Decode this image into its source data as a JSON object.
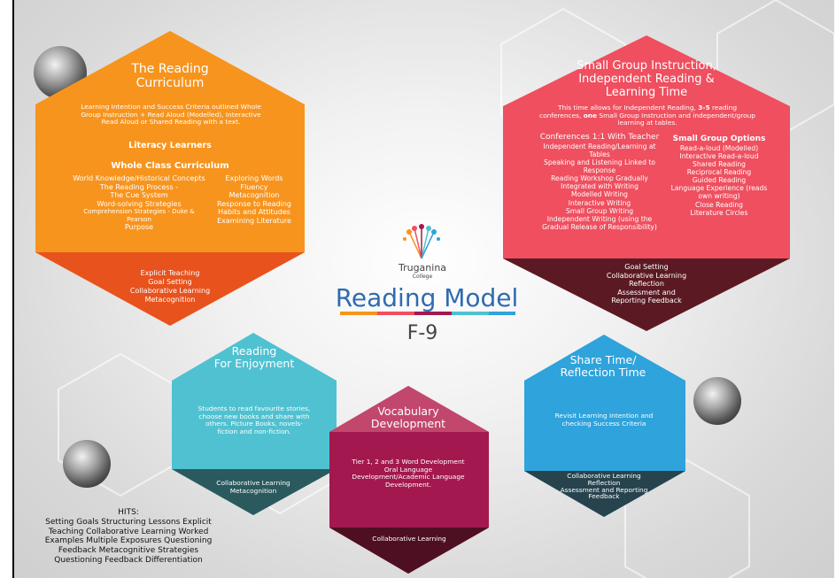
{
  "college": {
    "name": "Truganina",
    "sub": "College"
  },
  "model": {
    "title": "Reading Model",
    "grade": "F-9"
  },
  "curriculum": {
    "title_l1": "The Reading",
    "title_l2": "Curriculum",
    "intro": "Learning Intention and Success Criteria outlined Whole Group Instruction + Read Aloud (Modelled), Interactive Read Aloud or Shared Reading with a text.",
    "heading1": "Literacy Learners",
    "heading2": "Whole Class Curriculum",
    "left_items": [
      "World Knowledge/Historical Concepts",
      "The Reading Process -",
      "The Cue System",
      "Word-solving Strategies",
      "Comprehension Strategies - Duke & Pearson",
      "Purpose"
    ],
    "right_items": [
      "Exploring Words",
      "Fluency",
      "Metacognition",
      "Response to Reading",
      "Habits and Attitudes",
      "Examining Literature"
    ],
    "footer": [
      "Explicit Teaching",
      "Goal Setting",
      "Collaborative Learning",
      "Metacognition"
    ],
    "colors": {
      "main": "#f7941d",
      "footer": "#e8521d"
    }
  },
  "small_group": {
    "title_l1": "Small Group Instruction,",
    "title_l2": "Independent Reading &",
    "title_l3": "Learning Time",
    "intro_a": "This time allows for Independent Reading, ",
    "intro_bold1": "3-5",
    "intro_b": " reading conferences, ",
    "intro_bold2": "one",
    "intro_c": " Small Group Instruction and independent/group learning at tables.",
    "conf_heading": "Conferences 1:1 With Teacher",
    "conf_items": [
      "Independent Reading/Learning at Tables",
      "Speaking and Listening Linked to Response",
      "Reading Workshop Gradually Integrated with Writing",
      "Modelled Writing",
      "Interactive Writing",
      "Small Group Writing",
      "Independent Writing (using the Gradual Release of Responsibility)"
    ],
    "options_heading": "Small Group Options",
    "options_items": [
      "Read-a-loud (Modelled)",
      "Interactive Read-a-loud",
      "Shared Reading",
      "Reciprocal Reading",
      "Guided Reading",
      "Language Experience (reads own writing)",
      "Close Reading",
      "Literature Circles"
    ],
    "footer": [
      "Goal Setting",
      "Collaborative Learning",
      "Reflection",
      "Assessment and",
      "Reporting Feedback"
    ],
    "colors": {
      "main": "#ef4f5f",
      "footer": "#5b1a23"
    }
  },
  "enjoyment": {
    "title_l1": "Reading",
    "title_l2": "For Enjoyment",
    "body": "Students to read favourite stories, choose new books and share with others. Picture Books, novels- fiction and non-fiction.",
    "footer": [
      "Collaborative Learning",
      "Metacognition"
    ],
    "colors": {
      "main": "#4fc1d1",
      "footer": "#2a5a5e"
    }
  },
  "vocabulary": {
    "title_l1": "Vocabulary",
    "title_l2": "Development",
    "body": "Tier 1, 2 and 3 Word Development Oral Language Development/Academic Language Development.",
    "footer": [
      "Collaborative Learning"
    ],
    "colors": {
      "main": "#a3184f",
      "top": "#c2476d",
      "footer": "#4f0f22"
    }
  },
  "share": {
    "title_l1": "Share Time/",
    "title_l2": "Reflection Time",
    "body": "Revisit Learning Intention and checking Success Criteria",
    "footer": [
      "Collaborative Learning",
      "Reflection",
      "Assessment and Reporting",
      "Feedback"
    ],
    "colors": {
      "main": "#2ea3dc",
      "footer": "#26434e"
    }
  },
  "hits": {
    "title": "HITS:",
    "lines": [
      "Setting Goals Structuring Lessons Explicit",
      "Teaching Collaborative Learning Worked",
      "Examples Multiple Exposures Questioning",
      "Feedback Metacognitive Strategies",
      "Questioning Feedback Differentiation"
    ]
  }
}
